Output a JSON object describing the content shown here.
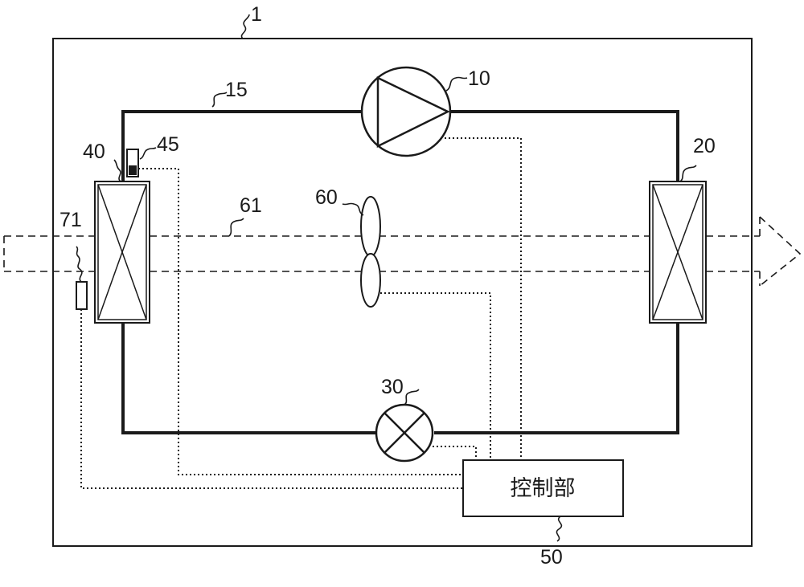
{
  "labels": {
    "system": "1",
    "compressor": "10",
    "pipe": "15",
    "condenser": "20",
    "expansion_valve": "30",
    "evaporator": "40",
    "sensor_45": "45",
    "controller": "50",
    "fan": "60",
    "airflow": "61",
    "sensor_71": "71"
  },
  "controller_text": "控制部",
  "colors": {
    "line": "#1a1a1a",
    "background": "#ffffff"
  }
}
